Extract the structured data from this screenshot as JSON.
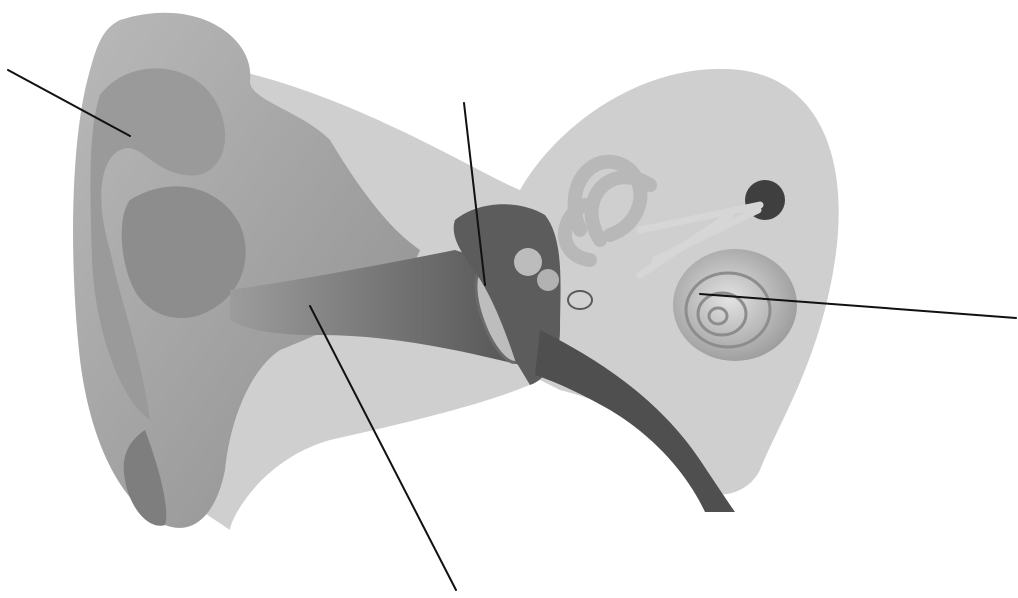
{
  "diagram": {
    "subject": "ear-cross-section",
    "labels_printed": false,
    "leader_lines": [
      {
        "id": "pinna-pointer",
        "target": "pinna"
      },
      {
        "id": "eardrum-pointer",
        "target": "eardrum"
      },
      {
        "id": "cochlea-pointer",
        "target": "cochlea"
      },
      {
        "id": "ear-canal-pointer",
        "target": "ear-canal"
      }
    ]
  },
  "colors": {
    "background": "#ffffff",
    "head_region": "#cfcfcf",
    "outer_ear": "#a9a9a9",
    "ear_canal": "#7d7d7d",
    "middle_ear": "#555555",
    "inner_ear": "#c4c4c4",
    "leader_line": "#111111"
  }
}
